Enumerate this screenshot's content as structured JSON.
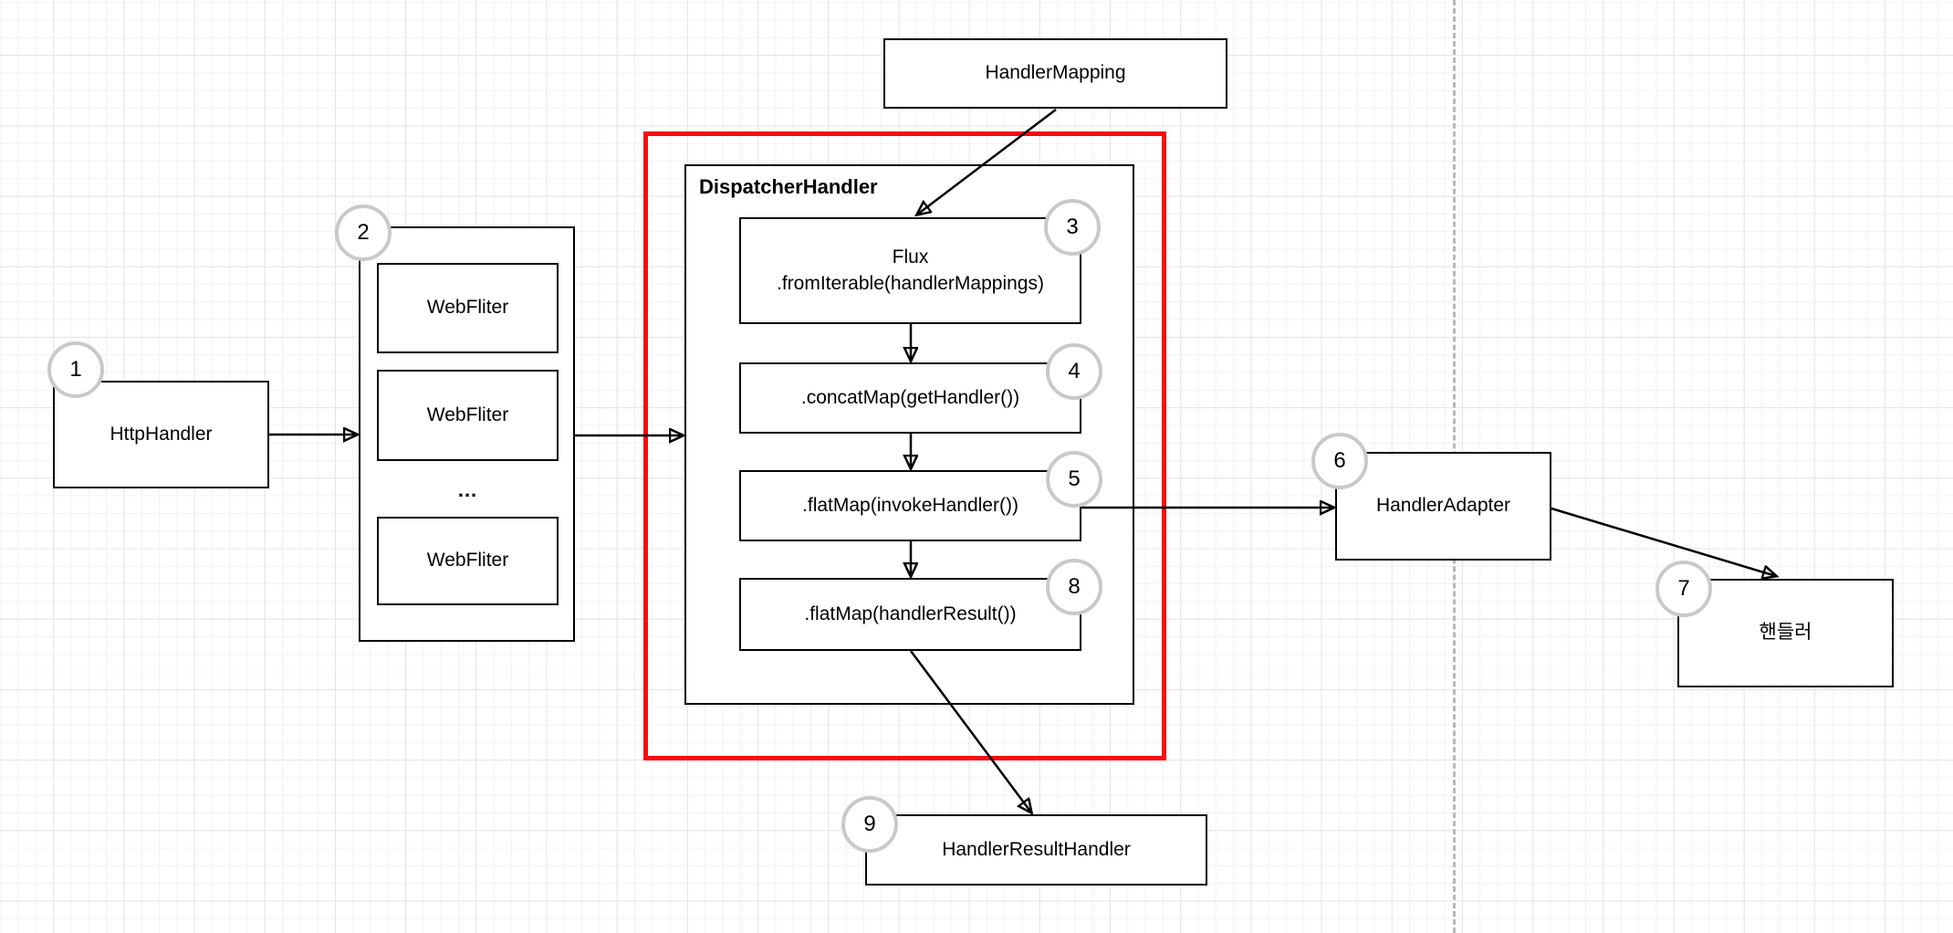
{
  "canvas": {
    "background": "#ffffff",
    "grid_minor_color": "#f2f2f2",
    "grid_major_color": "#e4e4e4",
    "page_divider_color": "#b8b8b8",
    "highlight_color": "#f50d0d",
    "badge_border_color": "#c9c9c9"
  },
  "nodes": {
    "handler_mapping": {
      "label": "HandlerMapping"
    },
    "http_handler": {
      "label": "HttpHandler",
      "badge": "1"
    },
    "web_filter_group": {
      "badge": "2",
      "items": [
        "WebFliter",
        "WebFliter",
        "WebFliter"
      ],
      "ellipsis": "..."
    },
    "dispatcher_handler": {
      "label": "DispatcherHandler"
    },
    "flux": {
      "label_line1": "Flux",
      "label_line2": ".fromIterable(handlerMappings)",
      "badge": "3"
    },
    "concat_map": {
      "label": ".concatMap(getHandler())",
      "badge": "4"
    },
    "flat_map_invoke": {
      "label": ".flatMap(invokeHandler())",
      "badge": "5"
    },
    "flat_map_result": {
      "label": ".flatMap(handlerResult())",
      "badge": "8"
    },
    "handler_adapter": {
      "label": "HandlerAdapter",
      "badge": "6"
    },
    "handler": {
      "label": "핸들러",
      "badge": "7"
    },
    "handler_result_handler": {
      "label": "HandlerResultHandler",
      "badge": "9"
    }
  }
}
